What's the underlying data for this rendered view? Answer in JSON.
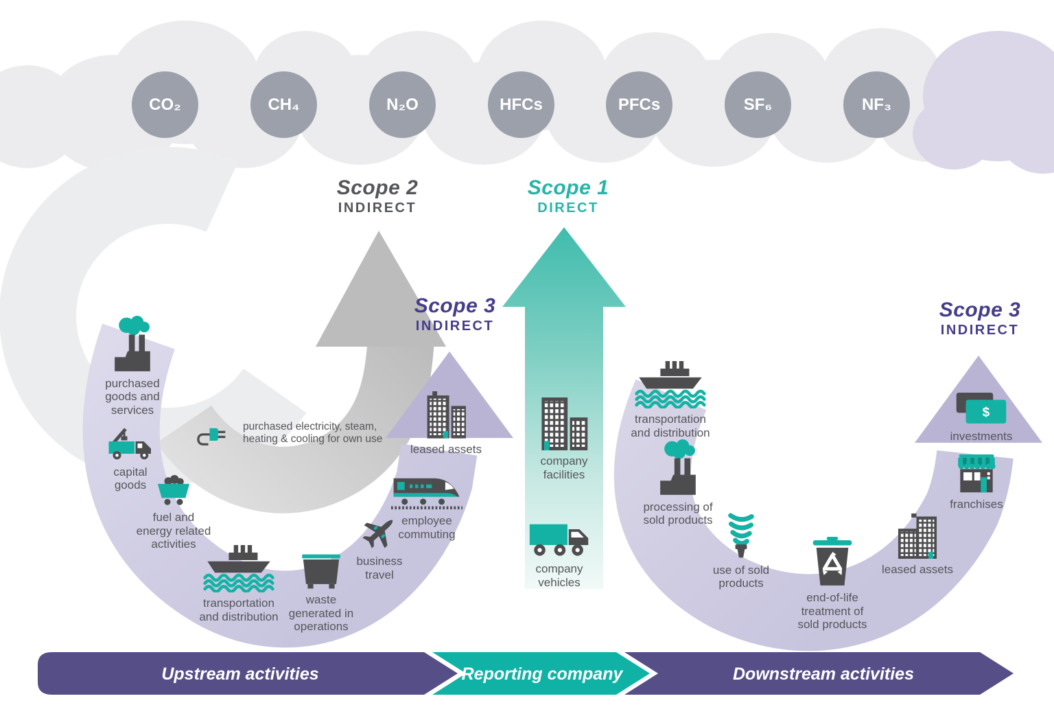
{
  "gases": [
    "CO₂",
    "CH₄",
    "N₂O",
    "HFCs",
    "PFCs",
    "SF₆",
    "NF₃"
  ],
  "scopes": {
    "scope2": {
      "name": "Scope 2",
      "kind": "INDIRECT"
    },
    "scope1": {
      "name": "Scope 1",
      "kind": "DIRECT"
    },
    "scope3_upstream": {
      "name": "Scope 3",
      "kind": "INDIRECT"
    },
    "scope3_downstream": {
      "name": "Scope 3",
      "kind": "INDIRECT"
    }
  },
  "scope2_note": "purchased electricity, steam,\nheating & cooling for own use",
  "upstream": {
    "items": [
      {
        "label": "purchased\ngoods and\nservices",
        "icon": "factory-emissions-icon"
      },
      {
        "label": "capital\ngoods",
        "icon": "crane-truck-icon"
      },
      {
        "label": "fuel and\nenergy related\nactivities",
        "icon": "mine-cart-icon"
      },
      {
        "label": "transportation\nand distribution",
        "icon": "cargo-ship-icon"
      },
      {
        "label": "waste\ngenerated in\noperations",
        "icon": "dumpster-icon"
      },
      {
        "label": "business\ntravel",
        "icon": "airplane-icon"
      },
      {
        "label": "employee\ncommuting",
        "icon": "train-icon"
      },
      {
        "label": "leased assets",
        "icon": "buildings-icon"
      }
    ]
  },
  "reporting_company": {
    "items": [
      {
        "label": "company\nfacilities",
        "icon": "buildings-icon"
      },
      {
        "label": "company\nvehicles",
        "icon": "truck-icon"
      }
    ]
  },
  "downstream": {
    "items": [
      {
        "label": "transportation\nand distribution",
        "icon": "cargo-ship-icon"
      },
      {
        "label": "processing of\nsold products",
        "icon": "factory-emissions-icon"
      },
      {
        "label": "use of sold\nproducts",
        "icon": "cfl-bulb-icon"
      },
      {
        "label": "end-of-life\ntreatment of\nsold products",
        "icon": "recycle-bin-icon"
      },
      {
        "label": "leased assets",
        "icon": "building-icon"
      },
      {
        "label": "franchises",
        "icon": "storefront-icon"
      },
      {
        "label": "investments",
        "icon": "money-icon"
      }
    ]
  },
  "bottom_bar": {
    "upstream_label": "Upstream activities",
    "reporting_label": "Reporting company",
    "downstream_label": "Downstream activities"
  },
  "colors": {
    "teal": "#14b2a4",
    "teal_text": "#27b4a7",
    "teal_arrow_top": "#3fbcad",
    "purple_bar": "#564e87",
    "purple_text": "#453d8b",
    "arc_lavender": "#c8c5df",
    "arrow_lavender": "#b9b4d4",
    "gray_arrow": "#bcbcbc",
    "gas_circle_gray": "#9ba0aa",
    "cloud_gray": "#ececee",
    "cloud_lavender": "#dbd7e9",
    "icon_dark": "#4d4d4f",
    "label_gray": "#55565a"
  }
}
